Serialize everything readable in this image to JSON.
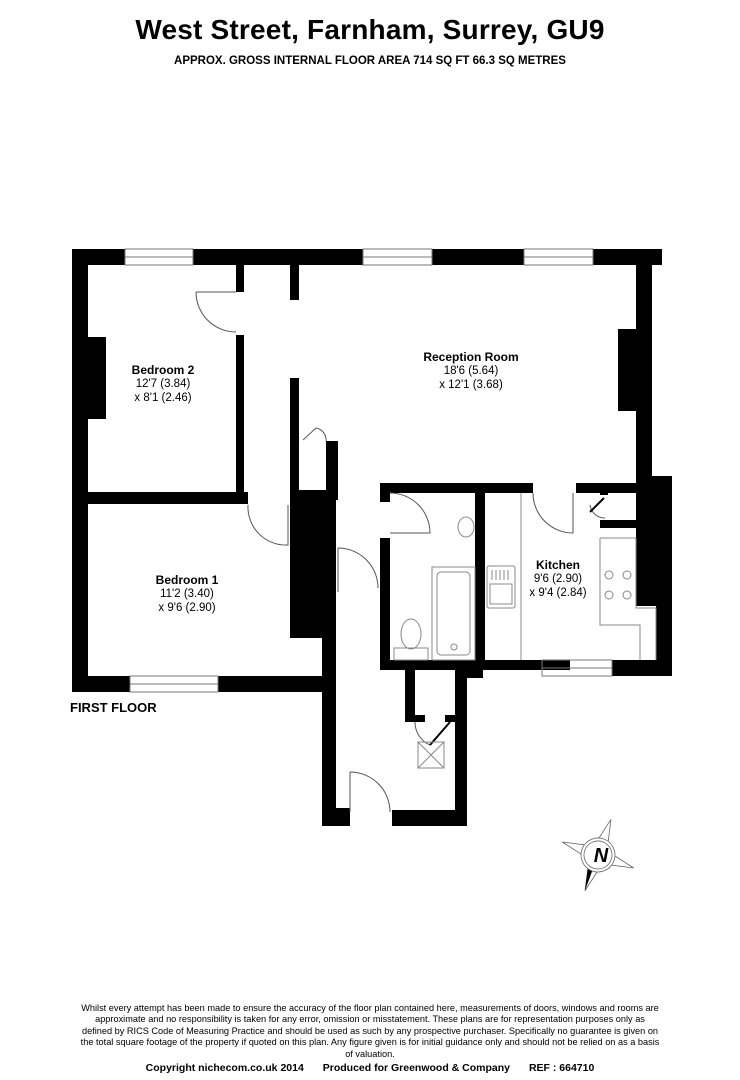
{
  "header": {
    "title": "West Street, Farnham, Surrey, GU9",
    "subtitle": "APPROX. GROSS INTERNAL FLOOR AREA 714 SQ FT 66.3 SQ METRES"
  },
  "floor": {
    "label": "FIRST FLOOR"
  },
  "rooms": [
    {
      "name": "Bedroom 2",
      "dim1": "12'7 (3.84)",
      "dim2": "x 8'1 (2.46)"
    },
    {
      "name": "Reception Room",
      "dim1": "18'6 (5.64)",
      "dim2": "x 12'1 (3.68)"
    },
    {
      "name": "Bedroom 1",
      "dim1": "11'2 (3.40)",
      "dim2": "x 9'6 (2.90)"
    },
    {
      "name": "Kitchen",
      "dim1": "9'6 (2.90)",
      "dim2": "x 9'4 (2.84)"
    }
  ],
  "compass": {
    "label": "N"
  },
  "colors": {
    "wall": "#000000",
    "fixture": "#888888",
    "background": "#ffffff"
  },
  "disclaimer": "Whilst every attempt has been made to ensure the accuracy of the floor plan contained here, measurements of doors, windows and rooms are approximate and no responsibility is taken for any error, omission or misstatement. These plans are for representation purposes only as defined by RICS Code of Measuring Practice and should be used as such by any prospective purchaser. Specifically no guarantee is given on the total square footage of the property if quoted on this plan. Any figure given is for initial guidance only and should not be relied on as a basis of valuation.",
  "footer": {
    "copyright": "Copyright nichecom.co.uk 2014",
    "produced_for": "Produced for Greenwood & Company",
    "ref": "REF :  664710"
  }
}
